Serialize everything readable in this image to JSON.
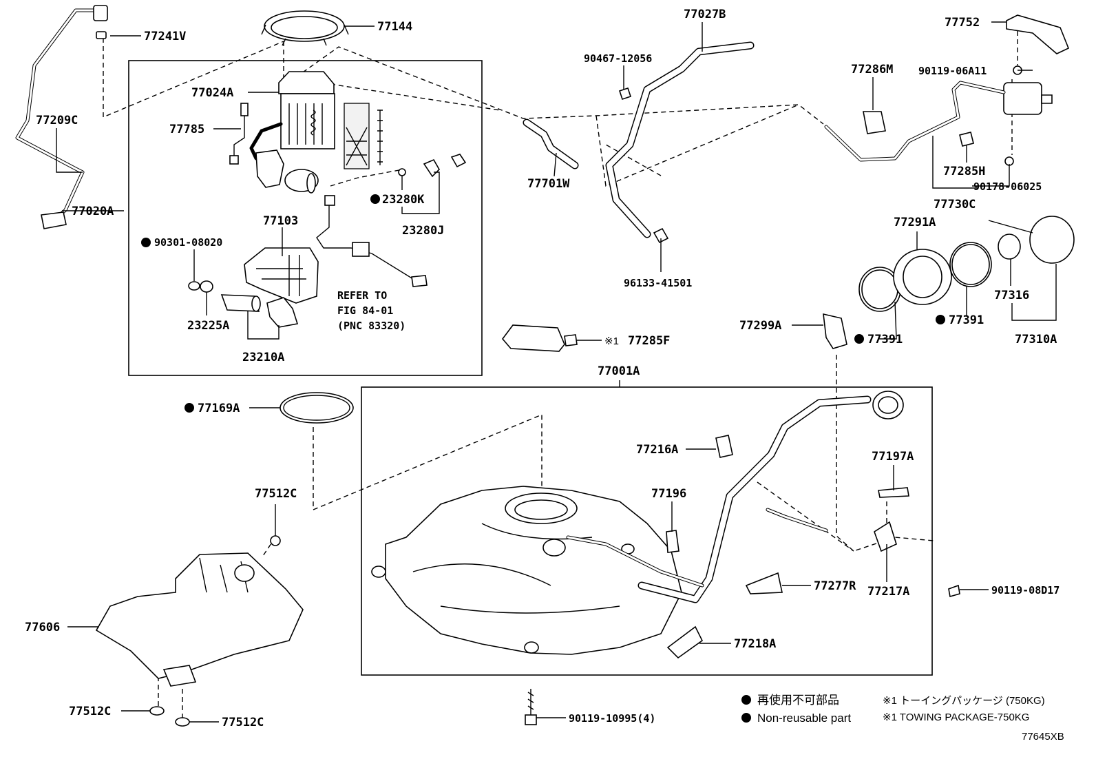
{
  "labels": {
    "p77241V": "77241V",
    "p77144": "77144",
    "p77027B": "77027B",
    "p77752": "77752",
    "p90467": "90467-12056",
    "p77286M": "77286M",
    "p90119_06A11": "90119-06A11",
    "p77209C": "77209C",
    "p77024A": "77024A",
    "p77785": "77785",
    "p77701W": "77701W",
    "p77285H": "77285H",
    "p90178": "90178-06025",
    "p77730C": "77730C",
    "p77020A": "77020A",
    "p23280K": "23280K",
    "p23280J": "23280J",
    "p77103": "77103",
    "p90301": "90301-08020",
    "p96133": "96133-41501",
    "p77291A": "77291A",
    "p77316": "77316",
    "p77391a": "77391",
    "p77391b": "77391",
    "p77310A": "77310A",
    "p23225A": "23225A",
    "p23210A": "23210A",
    "p77299A": "77299A",
    "p77285F": "77285F",
    "p77001A": "77001A",
    "p77169A": "77169A",
    "p77216A": "77216A",
    "p77197A": "77197A",
    "p77512C_top": "77512C",
    "p77196": "77196",
    "p77277R": "77277R",
    "p77217A": "77217A",
    "p90119_08D17": "90119-08D17",
    "p77606": "77606",
    "p77218A": "77218A",
    "p77512C_l": "77512C",
    "p77512C_r": "77512C",
    "p90119_10995": "90119-10995(4)"
  },
  "refer_note": [
    "REFER TO",
    "FIG 84-01",
    "(PNC 83320)"
  ],
  "towing_mark": "※1",
  "legend": {
    "jp_nonreusable": "再使用不可部品",
    "en_nonreusable": "Non-reusable part",
    "jp_towing": "※1 トーイングパッケージ (750KG)",
    "en_towing": "※1 TOWING PACKAGE-750KG"
  },
  "diagram_code": "77645XB"
}
